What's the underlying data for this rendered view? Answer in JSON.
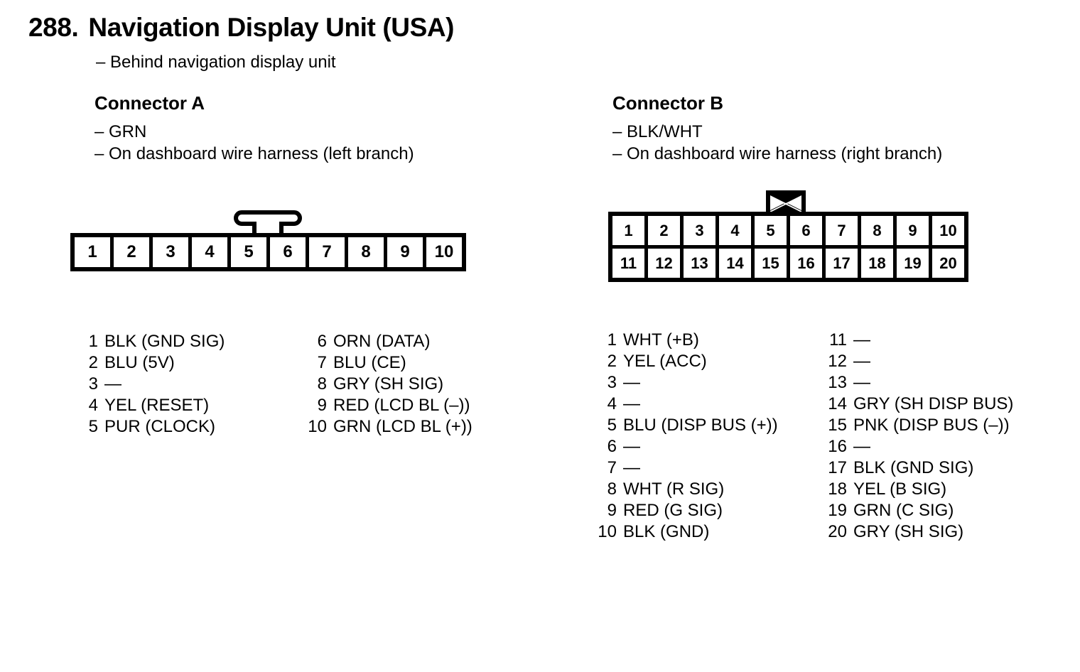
{
  "title": {
    "number": "288.",
    "text": "Navigation Display Unit (USA)"
  },
  "subtitle": "– Behind navigation display unit",
  "connectors": [
    {
      "heading": "Connector A",
      "notes": [
        "– GRN",
        "– On dashboard wire harness (left branch)"
      ],
      "housing": {
        "latch_type": "tab-latch-icon",
        "rows": [
          [
            "1",
            "2",
            "3",
            "4",
            "5",
            "6",
            "7",
            "8",
            "9",
            "10"
          ]
        ]
      },
      "pins_col1": [
        {
          "num": "1",
          "desc": "BLK (GND SIG)"
        },
        {
          "num": "2",
          "desc": "BLU (5V)"
        },
        {
          "num": "3",
          "desc": "—"
        },
        {
          "num": "4",
          "desc": "YEL (RESET)"
        },
        {
          "num": "5",
          "desc": "PUR (CLOCK)"
        }
      ],
      "pins_col2": [
        {
          "num": "6",
          "desc": "ORN (DATA)"
        },
        {
          "num": "7",
          "desc": "BLU (CE)"
        },
        {
          "num": "8",
          "desc": "GRY (SH SIG)"
        },
        {
          "num": "9",
          "desc": "RED (LCD BL (–))"
        },
        {
          "num": "10",
          "desc": "GRN (LCD BL (+))"
        }
      ]
    },
    {
      "heading": "Connector B",
      "notes": [
        "– BLK/WHT",
        "– On dashboard wire harness (right branch)"
      ],
      "housing": {
        "latch_type": "bowtie-latch-icon",
        "rows": [
          [
            "1",
            "2",
            "3",
            "4",
            "5",
            "6",
            "7",
            "8",
            "9",
            "10"
          ],
          [
            "11",
            "12",
            "13",
            "14",
            "15",
            "16",
            "17",
            "18",
            "19",
            "20"
          ]
        ]
      },
      "pins_col1": [
        {
          "num": "1",
          "desc": "WHT (+B)"
        },
        {
          "num": "2",
          "desc": "YEL (ACC)"
        },
        {
          "num": "3",
          "desc": "—"
        },
        {
          "num": "4",
          "desc": "—"
        },
        {
          "num": "5",
          "desc": "BLU (DISP BUS (+))"
        },
        {
          "num": "6",
          "desc": "—"
        },
        {
          "num": "7",
          "desc": "—"
        },
        {
          "num": "8",
          "desc": "WHT (R SIG)"
        },
        {
          "num": "9",
          "desc": "RED (G SIG)"
        },
        {
          "num": "10",
          "desc": "BLK (GND)"
        }
      ],
      "pins_col2": [
        {
          "num": "11",
          "desc": "—"
        },
        {
          "num": "12",
          "desc": "—"
        },
        {
          "num": "13",
          "desc": "—"
        },
        {
          "num": "14",
          "desc": "GRY (SH DISP BUS)"
        },
        {
          "num": "15",
          "desc": "PNK (DISP BUS (–))"
        },
        {
          "num": "16",
          "desc": "—"
        },
        {
          "num": "17",
          "desc": "BLK (GND SIG)"
        },
        {
          "num": "18",
          "desc": "YEL (B SIG)"
        },
        {
          "num": "19",
          "desc": "GRN (C SIG)"
        },
        {
          "num": "20",
          "desc": "GRY (SH SIG)"
        }
      ]
    }
  ],
  "colors": {
    "ink": "#000000",
    "paper": "#ffffff"
  }
}
